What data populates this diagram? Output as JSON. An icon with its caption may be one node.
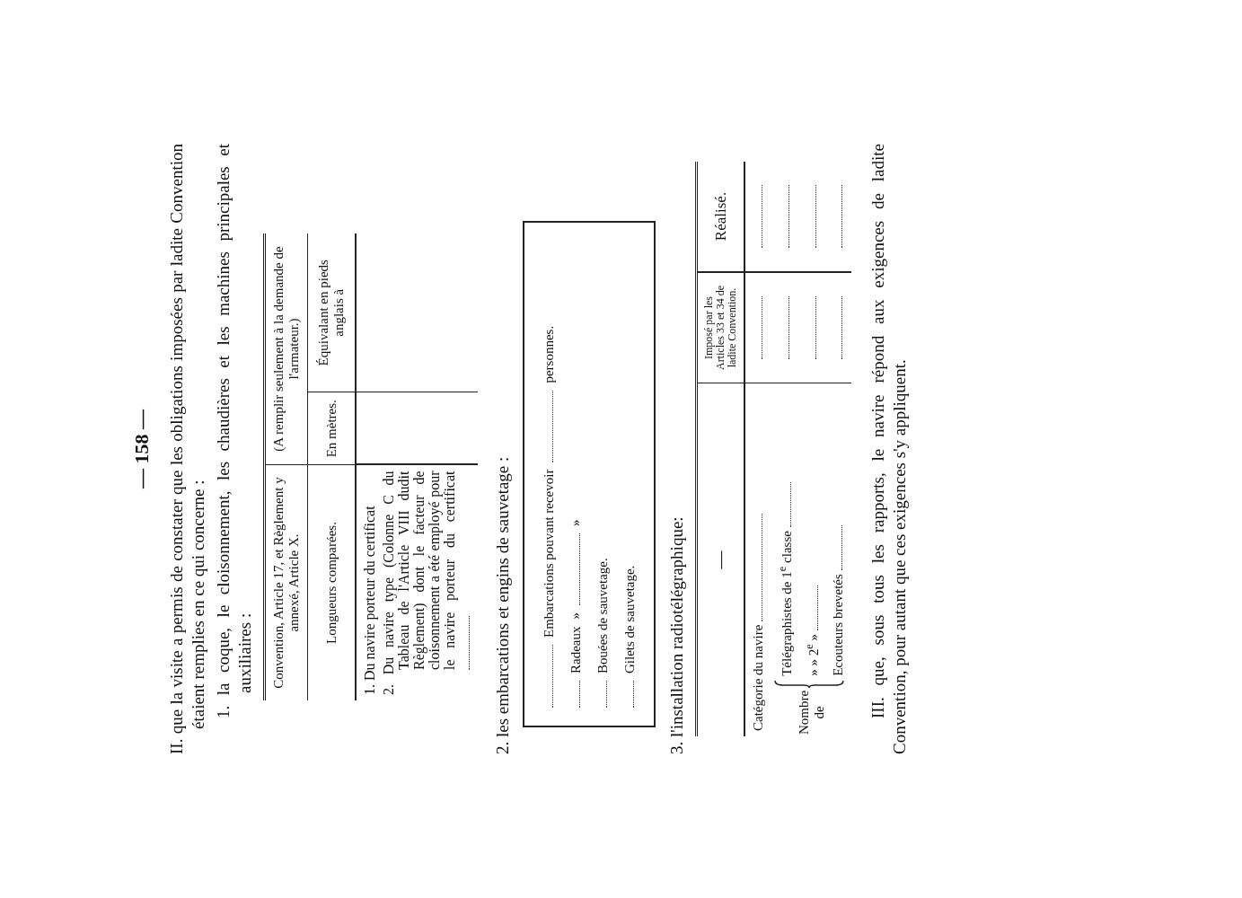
{
  "diagram": {
    "nodes": [
      {
        "text": [
          "Embarcations pouvant recevoir",
          "personnes.",
          "Radeaux",
          "»",
          "»",
          "Bouées de sauvetage.",
          "Gilets de sauvetage."
        ]
      }
    ],
    "edges": [],
    "labels": [
      "— 158 —",
      "II. que la visite a permis de constater que les obligations imposées par ladite Convention étaient remplies en ce qui concerne :",
      "1. la coque, le cloisonnement, les chaudières et les machines principales et auxiliaires :",
      "Convention, Article 17, et Règlement y annexé, Article X.",
      "(A remplir seulement à la demande de l'armateur.)",
      "Longueurs comparées.",
      "En mètres.",
      "Équivalant en pieds anglais à",
      "1. Du navire porteur du certificat",
      "2. Du navire type (Colonne C du Tableau de l'Article VIII dudit Règlement) dont le facteur de cloisonnement a été employé pour le navire porteur du certificat",
      "2. les embarcations et engins de sauvetage :",
      "3. l'installation radiotélégraphique:",
      "—",
      "Imposé par les Articles 33 et 34 de ladite Convention.",
      "Réalisé.",
      "Catégorie du navire",
      "Nombre de",
      "Télégraphistes de 1$^{e}$ classe",
      "» » 2$^{e}$ »",
      "Ecouteurs brevetés",
      "III. que, sous tous les rapports, le navire répond aux exigences de ladite Convention, pour autant que ces exigences s'y appliquent."
    ]
  }
}
